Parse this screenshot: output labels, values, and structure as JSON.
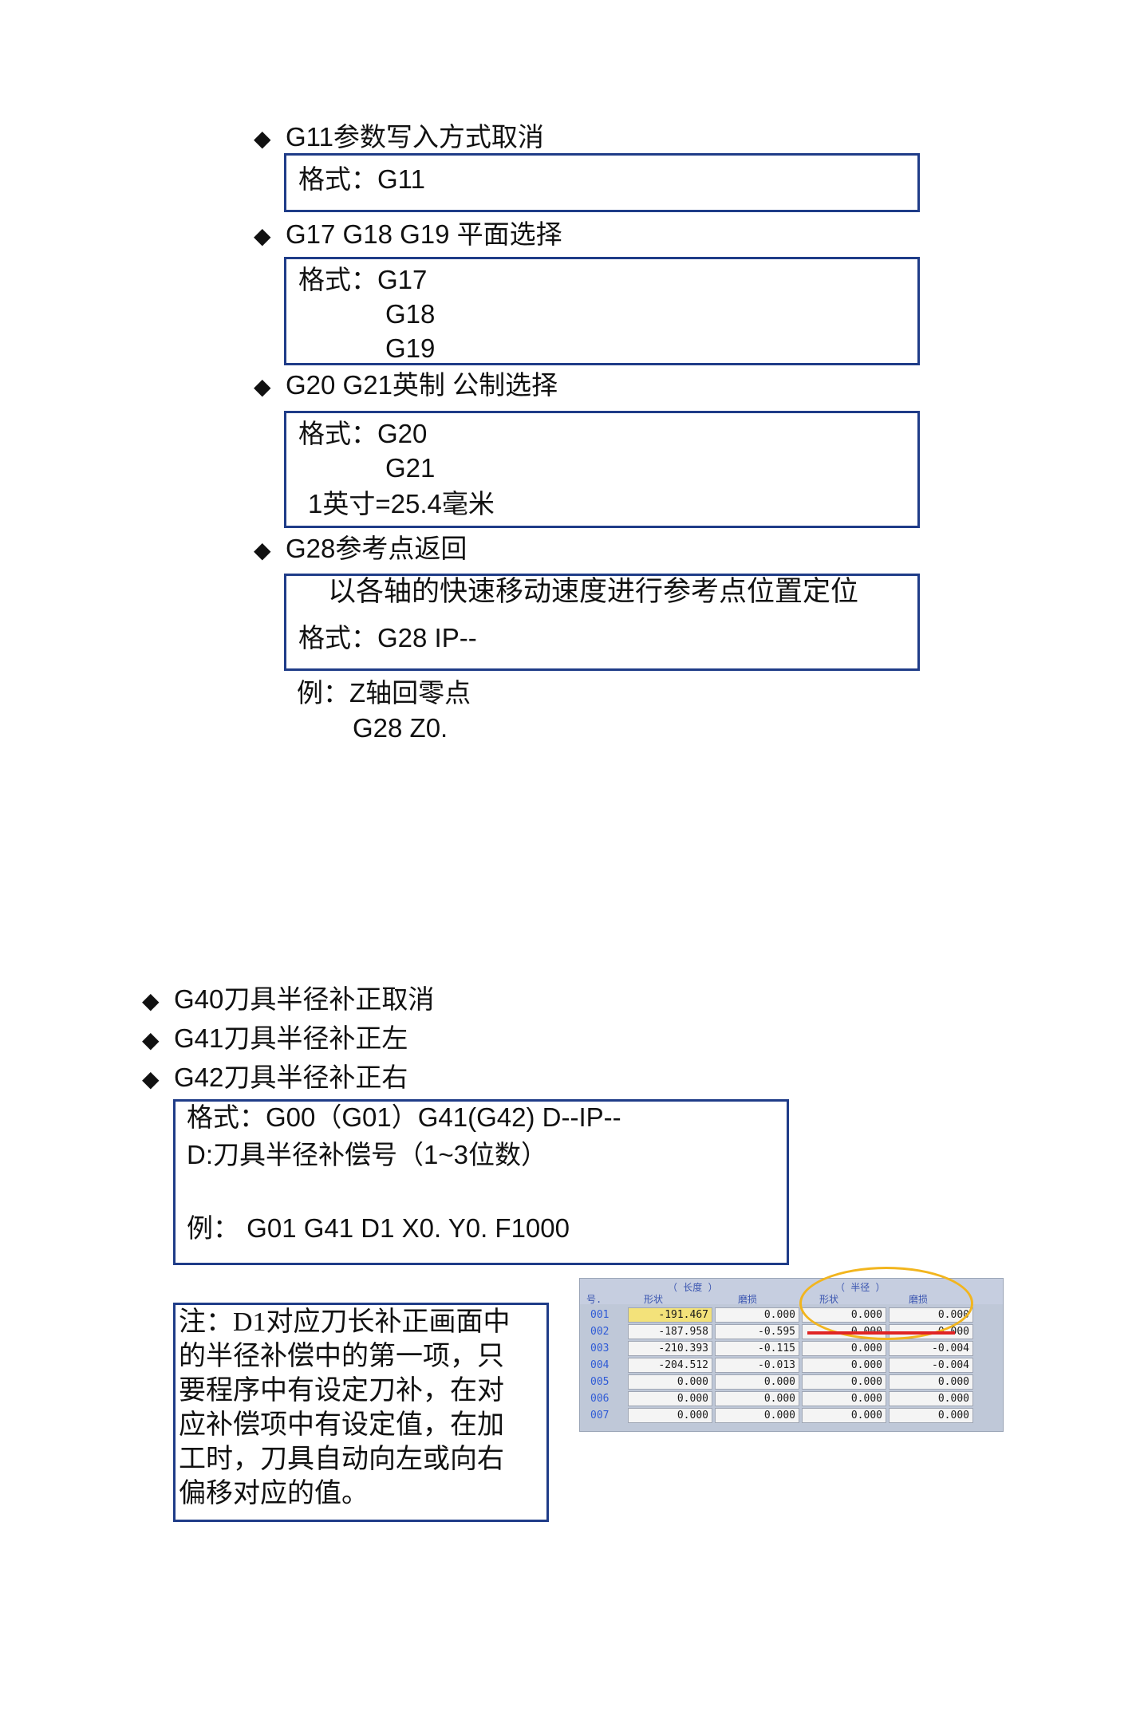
{
  "sections_top": [
    {
      "heading": "G11参数写入方式取消",
      "lines": [
        "格式：G11"
      ]
    },
    {
      "heading": "G17 G18 G19 平面选择",
      "lines": [
        "格式：G17",
        "G18",
        "G19"
      ]
    },
    {
      "heading": "G20 G21英制 公制选择",
      "lines": [
        "格式：G20",
        "G21",
        "1英寸=25.4毫米"
      ]
    },
    {
      "heading": "G28参考点返回",
      "lines": [
        "以各轴的快速移动速度进行参考点位置定位",
        "格式：G28 IP--"
      ]
    }
  ],
  "example_g28": {
    "line1": "例：Z轴回零点",
    "line2": "G28 Z0."
  },
  "bullet_symbol": "◆",
  "sections_bottom": [
    "G40刀具半径补正取消",
    "G41刀具半径补正左",
    "G42刀具半径补正右"
  ],
  "format_box": {
    "line1": "格式：G00（G01）G41(G42) D--IP--",
    "line2": "D:刀具半径补偿号（1~3位数）",
    "line3": "例： G01 G41 D1 X0. Y0. F1000"
  },
  "note_box": {
    "lines": [
      "注：D1对应刀长补正画面中",
      "的半径补偿中的第一项，只",
      "要程序中有设定刀补，在对",
      "应补偿项中有设定值，在加",
      "工时，刀具自动向左或向右",
      "偏移对应的值。"
    ]
  },
  "offset_table": {
    "header_groups": [
      "（ 长度 ）",
      "（ 半径 ）"
    ],
    "header_cols": [
      "号.",
      "形状",
      "磨损",
      "形状",
      "磨损"
    ],
    "rows": [
      {
        "no": "001",
        "len_shape": "-191.467",
        "len_wear": "0.000",
        "rad_shape": "0.000",
        "rad_wear": "0.000"
      },
      {
        "no": "002",
        "len_shape": "-187.958",
        "len_wear": "-0.595",
        "rad_shape": "0.000",
        "rad_wear": "0.000"
      },
      {
        "no": "003",
        "len_shape": "-210.393",
        "len_wear": "-0.115",
        "rad_shape": "0.000",
        "rad_wear": "-0.004"
      },
      {
        "no": "004",
        "len_shape": "-204.512",
        "len_wear": "-0.013",
        "rad_shape": "0.000",
        "rad_wear": "-0.004"
      },
      {
        "no": "005",
        "len_shape": "0.000",
        "len_wear": "0.000",
        "rad_shape": "0.000",
        "rad_wear": "0.000"
      },
      {
        "no": "006",
        "len_shape": "0.000",
        "len_wear": "0.000",
        "rad_shape": "0.000",
        "rad_wear": "0.000"
      },
      {
        "no": "007",
        "len_shape": "0.000",
        "len_wear": "0.000",
        "rad_shape": "0.000",
        "rad_wear": "0.000"
      }
    ],
    "highlight_color": "#f3e27a",
    "circle_color": "#f2b51e",
    "underline_color": "#e02424"
  },
  "colors": {
    "box_border": "#1f3c88",
    "text": "#111111"
  }
}
